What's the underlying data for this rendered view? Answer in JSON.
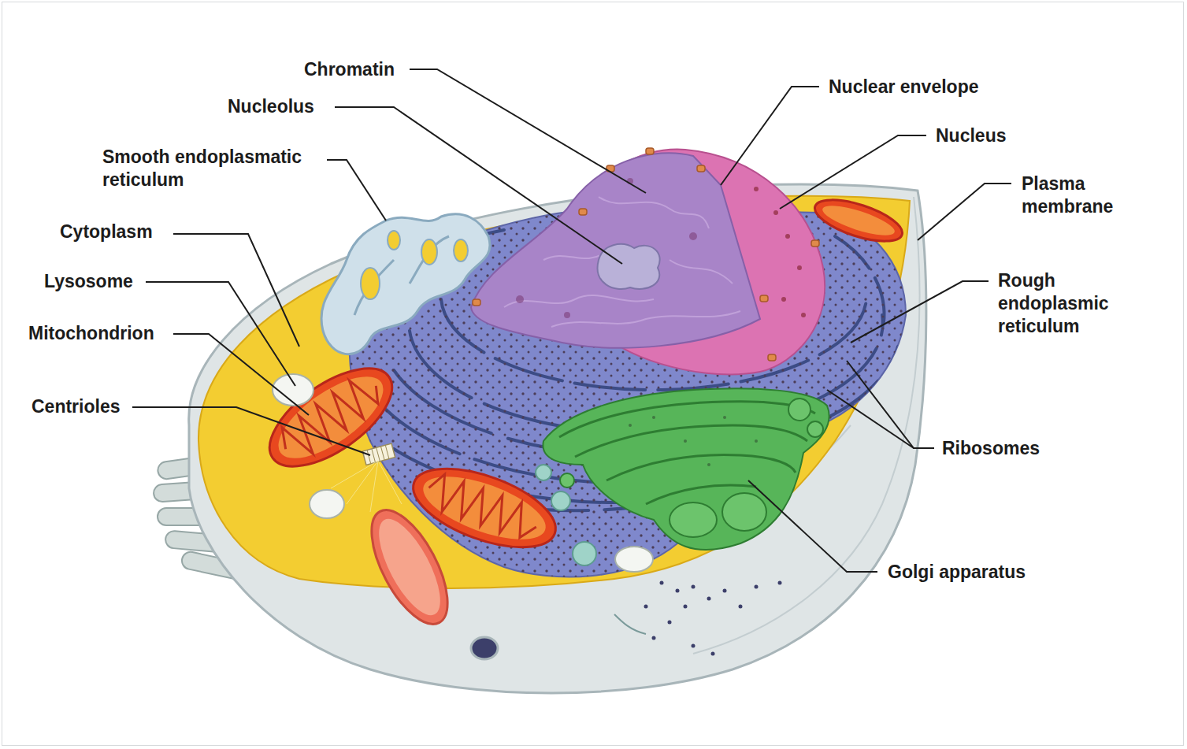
{
  "diagram": {
    "labels": [
      "Chromatin",
      "Nuclear envelope",
      "Nucleolus",
      "Nucleus",
      "Smooth endoplasmatic reticulum",
      "Plasma membrane",
      "Cytoplasm",
      "Lysosome",
      "Rough endoplasmic reticulum",
      "Mitochondrion",
      "Centrioles",
      "Ribosomes",
      "Golgi apparatus"
    ]
  }
}
